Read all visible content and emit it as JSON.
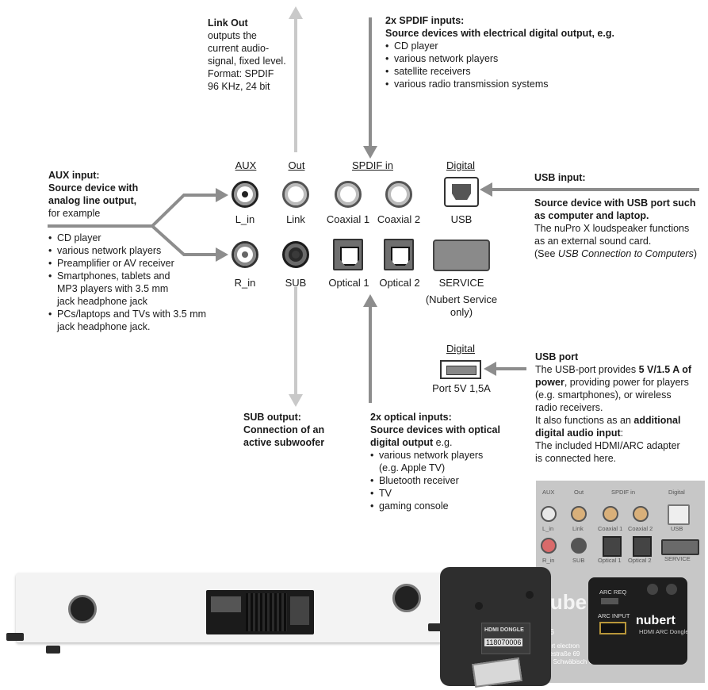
{
  "link_out": {
    "title": "Link Out",
    "lines": [
      "outputs the",
      "current audio-",
      "signal, fixed level.",
      "Format: SPDIF",
      "96 KHz, 24 bit"
    ]
  },
  "spdif_inputs": {
    "title": "2x SPDIF inputs:",
    "subtitle": "Source devices with electrical digital output, e.g.",
    "items": [
      "CD player",
      "various network players",
      "satellite receivers",
      "various radio transmission systems"
    ]
  },
  "aux_input": {
    "title_lines": [
      "AUX input:",
      "Source device with",
      "analog line output,"
    ],
    "suffix": "for example",
    "items": [
      "CD player",
      "various network players",
      "Preamplifier or AV receiver",
      "Smartphones, tablets and MP3 players with 3.5 mm jack headphone jack",
      "PCs/laptops and TVs with 3.5 mm jack headphone jack."
    ]
  },
  "usb_input": {
    "title": "USB input:",
    "bold": "Source device with USB port such as computer and laptop.",
    "line1": "The nuPro X loudspeaker functions",
    "line2": "as an external sound card.",
    "see_prefix": "(See ",
    "see_italic": "USB Connection to Computers",
    "see_suffix": ")"
  },
  "panel": {
    "headers": {
      "aux": "AUX",
      "out": "Out",
      "spdif": "SPDIF in",
      "digital": "Digital",
      "digital2": "Digital"
    },
    "labels": {
      "l_in": "L_in",
      "link": "Link",
      "coax1": "Coaxial 1",
      "coax2": "Coaxial 2",
      "usb": "USB",
      "r_in": "R_in",
      "sub": "SUB",
      "opt1": "Optical 1",
      "opt2": "Optical 2",
      "service": "SERVICE",
      "service_note": "(Nubert Service only)",
      "port": "Port 5V 1,5A"
    }
  },
  "usb_port": {
    "title": "USB port",
    "t1": "The USB-port provides ",
    "b1": "5 V/1.5 A of power",
    "t2": ", providing power for players (e.g. smartphones), or wireless radio receivers.",
    "t3": "It also functions as an ",
    "b2": "additional digital audio input",
    "t4": ":",
    "t5": "The included HDMI/ARC adapter is connected here."
  },
  "sub_output": {
    "lines": [
      "SUB output:",
      "Connection of an",
      "active subwoofer"
    ]
  },
  "optical_inputs": {
    "title": "2x optical inputs:",
    "subtitle_bold": "Source devices with optical digital output",
    "subtitle_rest": " e.g.",
    "items": [
      "various network players (e.g. Apple TV)",
      "Bluetooth receiver",
      "TV",
      "gaming console"
    ]
  },
  "photo": {
    "panel_labels": {
      "aux": "AUX",
      "out": "Out",
      "spdif": "SPDIF in",
      "digital": "Digital",
      "l_in": "L_in",
      "link": "Link",
      "coax1": "Coaxial 1",
      "coax2": "Coaxial 2",
      "usb": "USB",
      "r_in": "R_in",
      "sub": "SUB",
      "opt1": "Optical 1",
      "opt2": "Optical 2",
      "service": "SERVICE"
    },
    "dongle_label": "HDMI DONGLE",
    "dongle_serial": "118070006",
    "adapter_brand": "nubert",
    "adapter_arc_req": "ARC REQ",
    "adapter_arc_input": "ARC INPUT",
    "adapter_sub": "HDMI ARC Dongle",
    "plate_brand": "nube",
    "plate_lines": [
      "-6",
      "ubert electron",
      "ethestraße 69",
      "525 Schwäbisch Gmünd"
    ]
  },
  "colors": {
    "arrow_light": "#c8c8c8",
    "arrow_dark": "#8a8a8a",
    "text": "#1a1a1a"
  }
}
